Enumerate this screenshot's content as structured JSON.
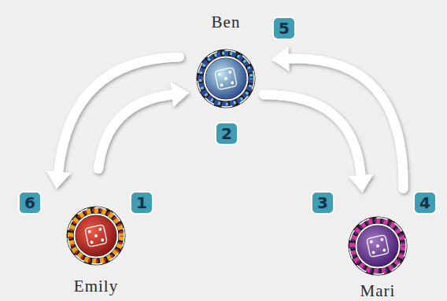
{
  "diagram": {
    "nodes": [
      {
        "text": [
          "Ben"
        ]
      },
      {
        "text": [
          "Emily"
        ]
      },
      {
        "text": [
          "Mari"
        ]
      }
    ],
    "edges": [
      {
        "from": 1,
        "to": 0,
        "arrow": "to"
      },
      {
        "from": 0,
        "to": 1,
        "arrow": "to"
      },
      {
        "from": 0,
        "to": 2,
        "arrow": "to"
      },
      {
        "from": 2,
        "to": 0,
        "arrow": "to"
      }
    ],
    "labels": [
      "5",
      "2",
      "6",
      "1",
      "3",
      "4"
    ]
  }
}
